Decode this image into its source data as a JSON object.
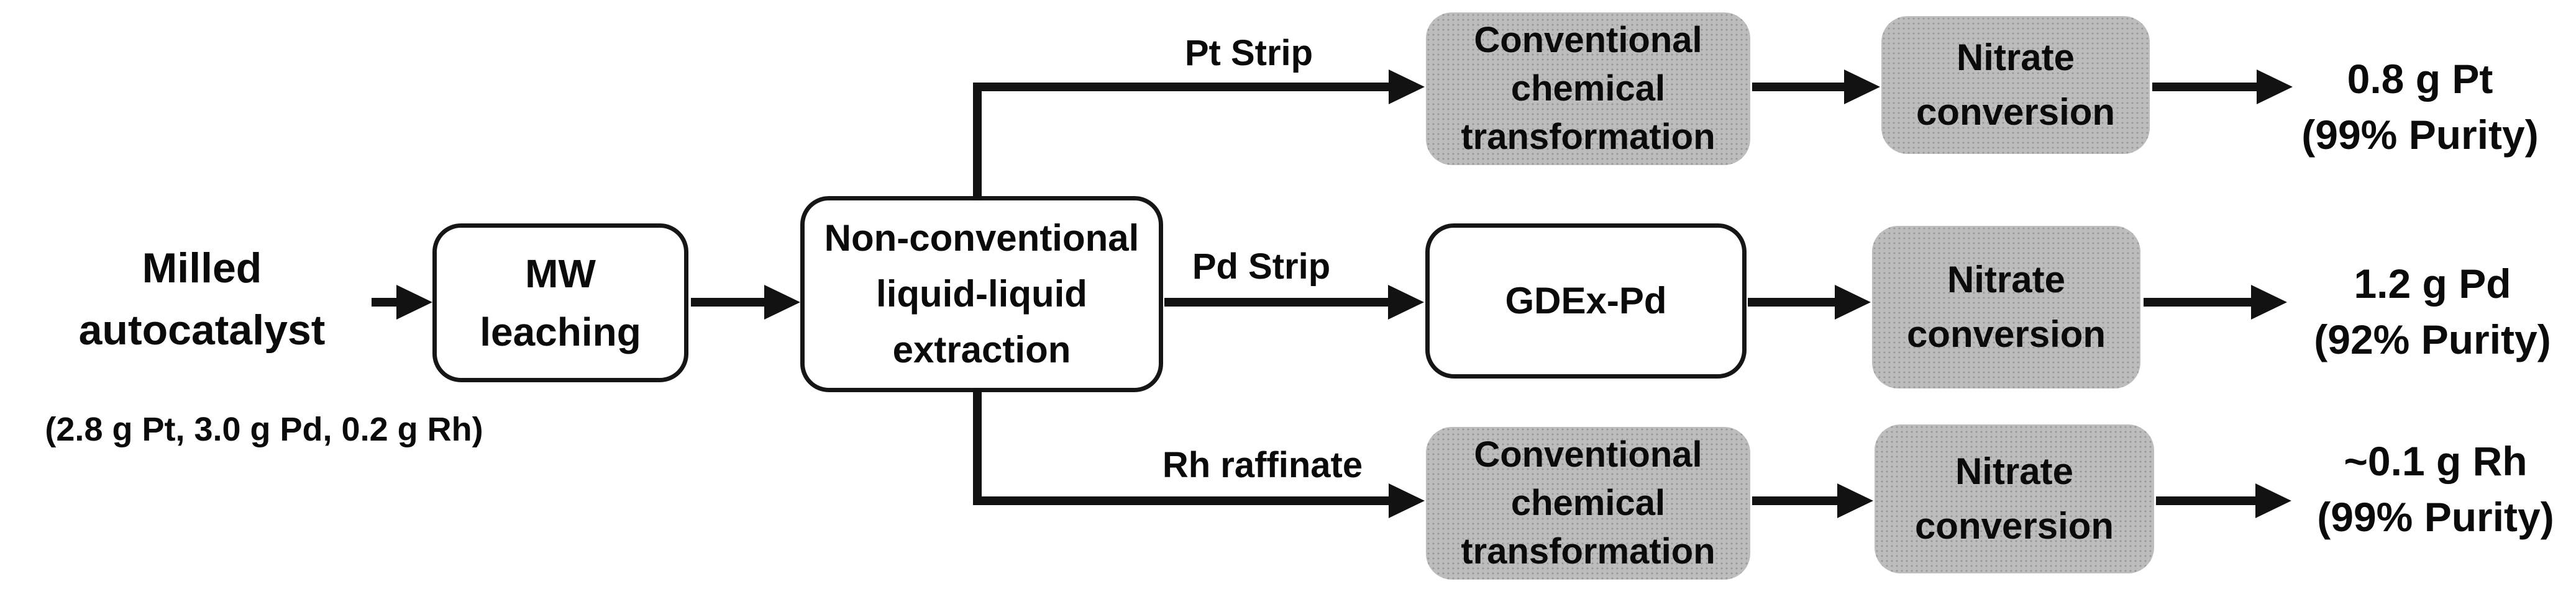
{
  "input": {
    "label": "Milled\nautocatalyst",
    "composition": "(2.8 g Pt, 3.0 g Pd, 0.2 g Rh)"
  },
  "stages": {
    "mw_leaching": {
      "label": "MW\nleaching"
    },
    "extraction": {
      "label": "Non-conventional\nliquid-liquid\nextraction"
    }
  },
  "branches": {
    "pt": {
      "stream": "Pt Strip",
      "step1": "Conventional\nchemical\ntransformation",
      "step2": "Nitrate\nconversion",
      "output": "0.8 g Pt\n(99% Purity)"
    },
    "pd": {
      "stream": "Pd Strip",
      "step1": "GDEx-Pd",
      "step2": "Nitrate\nconversion",
      "output": "1.2 g Pd\n(92% Purity)"
    },
    "rh": {
      "stream": "Rh raffinate",
      "step1": "Conventional\nchemical\ntransformation",
      "step2": "Nitrate\nconversion",
      "output": "~0.1 g Rh\n(99% Purity)"
    }
  },
  "colors": {
    "line": "#121212",
    "box_gray": "#bdbdbd",
    "box_gray_dot": "#9a9a9a"
  }
}
